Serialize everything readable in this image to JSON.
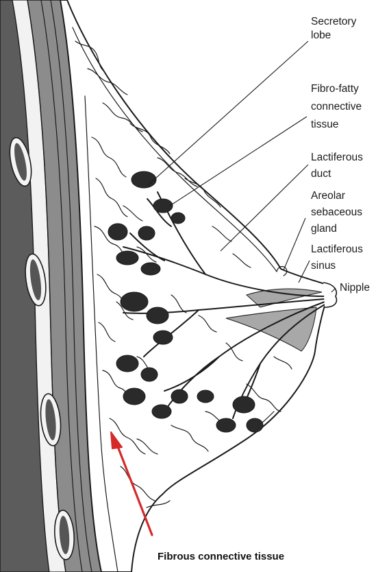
{
  "labels": {
    "secretory_lobe": [
      "Secretory",
      "lobe"
    ],
    "fibro_fatty": [
      "Fibro-fatty",
      "connective",
      "tissue"
    ],
    "lactiferous_duct": [
      "Lactiferous",
      "duct"
    ],
    "areolar_gland": [
      "Areolar",
      "sebaceous",
      "gland"
    ],
    "lactiferous_sinus": [
      "Lactiferous",
      "sinus"
    ],
    "nipple": "Nipple",
    "fibrous_connective": "Fibrous connective tissue"
  },
  "colors": {
    "ink": "#1a1a1a",
    "muscle_gray": "#8a8a8a",
    "chest_dark": "#5a5a5a",
    "duct_gray": "#a8a8a8",
    "arrow_red": "#d42a2a"
  }
}
